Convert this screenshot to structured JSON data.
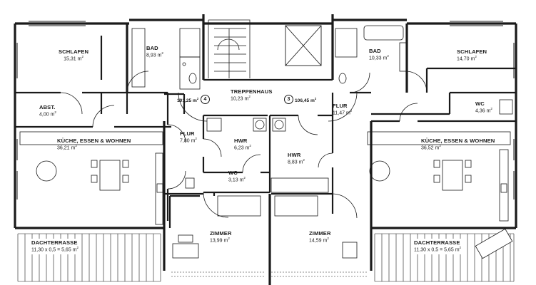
{
  "area_unit": "m",
  "area_exponent": "2",
  "rooms": [
    {
      "id": "schlafen-left",
      "name": "SCHLAFEN",
      "area": "15,31"
    },
    {
      "id": "bad-left",
      "name": "BAD",
      "area": "8,93"
    },
    {
      "id": "abst",
      "name": "ABST.",
      "area": "4,00"
    },
    {
      "id": "kueche-left",
      "name": "KÜCHE, ESSEN & WOHNEN",
      "area": "36,21"
    },
    {
      "id": "treppenhaus",
      "name": "TREPPENHAUS",
      "area": "10,23"
    },
    {
      "id": "flur-left",
      "name": "FLUR",
      "area": "7,80"
    },
    {
      "id": "hwr-left",
      "name": "HWR",
      "area": "6,23"
    },
    {
      "id": "wc-left",
      "name": "WC",
      "area": "3,13"
    },
    {
      "id": "zimmer-left",
      "name": "ZIMMER",
      "area": "13,99"
    },
    {
      "id": "bad-right",
      "name": "BAD",
      "area": "10,33"
    },
    {
      "id": "schlafen-right",
      "name": "SCHLAFEN",
      "area": "14,70"
    },
    {
      "id": "flur-right",
      "name": "FLUR",
      "area": "11,47"
    },
    {
      "id": "wc-right",
      "name": "WC",
      "area": "4,36"
    },
    {
      "id": "kueche-right",
      "name": "KÜCHE, ESSEN & WOHNEN",
      "area": "36,52"
    },
    {
      "id": "hwr-right",
      "name": "HWR",
      "area": "8,83"
    },
    {
      "id": "zimmer-right",
      "name": "ZIMMER",
      "area": "14,59"
    }
  ],
  "terraces": [
    {
      "id": "terrace-left",
      "name": "DACHTERRASSE",
      "calc": "11,30 x 0,5 = 5,65"
    },
    {
      "id": "terrace-right",
      "name": "DACHTERRASSE",
      "calc": "11,30 x 0,5 = 5,65"
    }
  ],
  "units": [
    {
      "id": "unit-4",
      "number": "4",
      "area": "101,25"
    },
    {
      "id": "unit-3",
      "number": "3",
      "area": "106,45"
    }
  ]
}
